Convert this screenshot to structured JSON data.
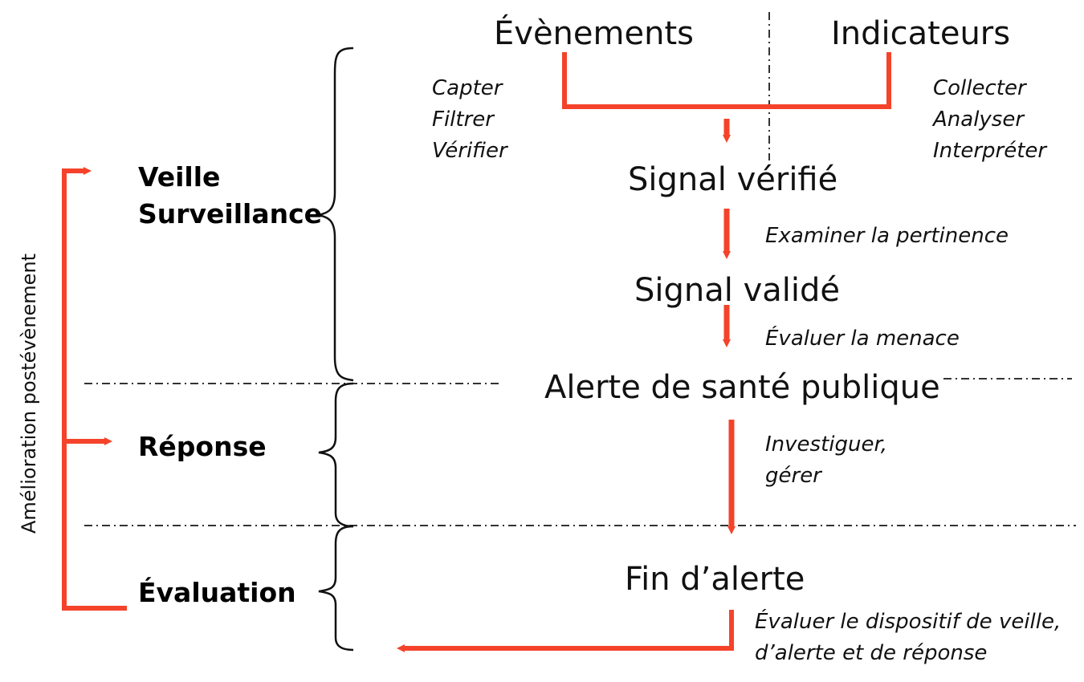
{
  "sources": {
    "evenements": "Évènements",
    "indicateurs": "Indicateurs"
  },
  "left_actions": [
    "Capter",
    "Filtrer",
    "Vérifier"
  ],
  "right_actions": [
    "Collecter",
    "Analyser",
    "Interpréter"
  ],
  "states": {
    "signal_verifie": "Signal vérifié",
    "signal_valide": "Signal validé",
    "alerte": "Alerte de santé publique",
    "fin_alerte": "Fin d’alerte"
  },
  "actions": {
    "examiner": "Examiner la pertinence",
    "evaluer_menace": "Évaluer la menace",
    "investiguer_1": "Investiguer,",
    "investiguer_2": "gérer",
    "evaluer_dispositif_1": "Évaluer le dispositif de veille,",
    "evaluer_dispositif_2": "d’alerte et de réponse"
  },
  "phases": {
    "veille_1": "Veille",
    "veille_2": "Surveillance",
    "reponse": "Réponse",
    "evaluation": "Évaluation"
  },
  "side_label": "Amélioration postévènement",
  "colors": {
    "arrow": "#f4432a",
    "text": "#111111"
  }
}
